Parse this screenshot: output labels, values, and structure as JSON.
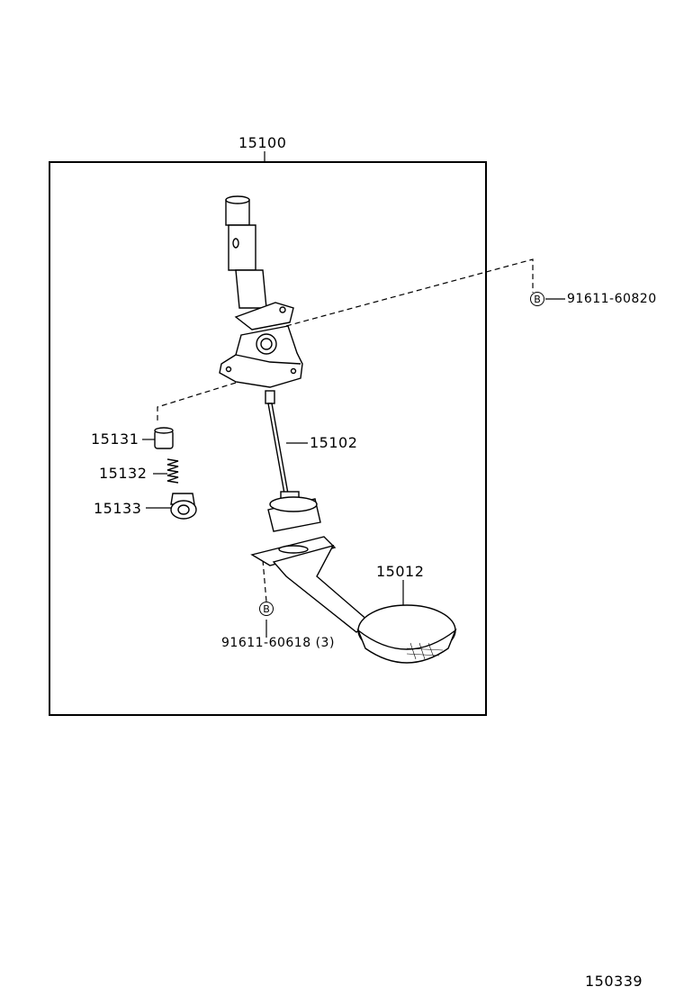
{
  "assembly_number": "15100",
  "parts": {
    "rotor_shaft": "15102",
    "plug": "15131",
    "spring": "15132",
    "bolt": "15133",
    "strainer": "15012"
  },
  "bolts": {
    "upper": {
      "marker": "B",
      "part": "91611-60820"
    },
    "lower": {
      "marker": "B",
      "part": "91611-60618 (3)"
    }
  },
  "illustration_number": "150339"
}
